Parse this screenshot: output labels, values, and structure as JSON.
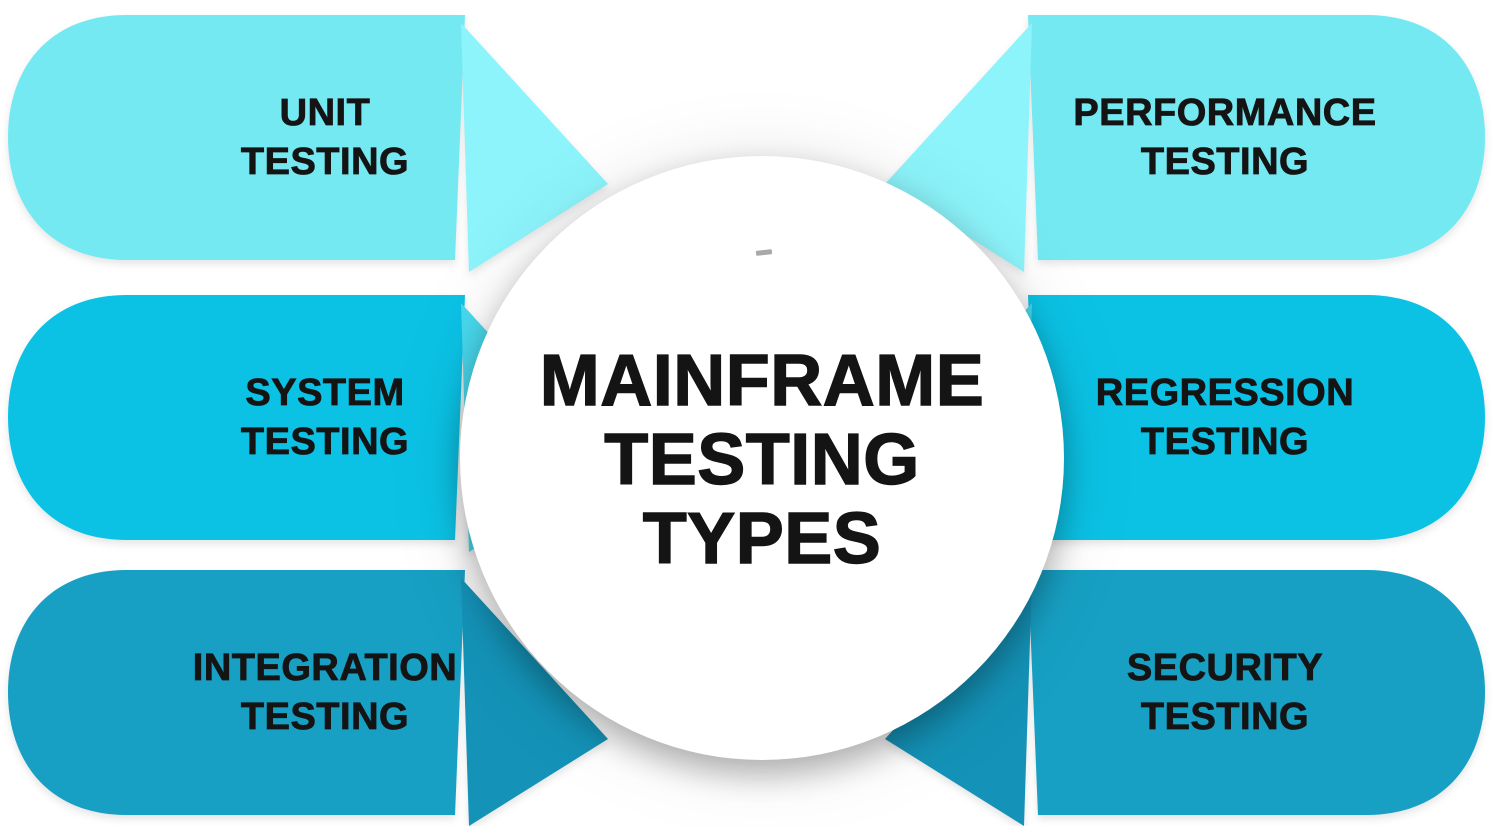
{
  "title": {
    "lines": [
      "MAINFRAME",
      "TESTING",
      "TYPES"
    ]
  },
  "nodes": {
    "unit": {
      "line1": "UNIT",
      "line2": "TESTING"
    },
    "system": {
      "line1": "SYSTEM",
      "line2": "TESTING"
    },
    "integration": {
      "line1": "INTEGRATION",
      "line2": "TESTING"
    },
    "performance": {
      "line1": "PERFORMANCE",
      "line2": "TESTING"
    },
    "regression": {
      "line1": "REGRESSION",
      "line2": "TESTING"
    },
    "security": {
      "line1": "SECURITY",
      "line2": "TESTING"
    }
  },
  "colors": {
    "tier1_body": "#74E9F2",
    "tier1_arrow": "#8DF4FB",
    "tier2_body": "#0BC2E5",
    "tier2_arrow": "#49D9EE",
    "tier3_body": "#17A0C4",
    "tier3_arrow": "#1492B7",
    "circle": "#FFFFFF",
    "text": "#141414",
    "background": "#FFFFFF"
  }
}
